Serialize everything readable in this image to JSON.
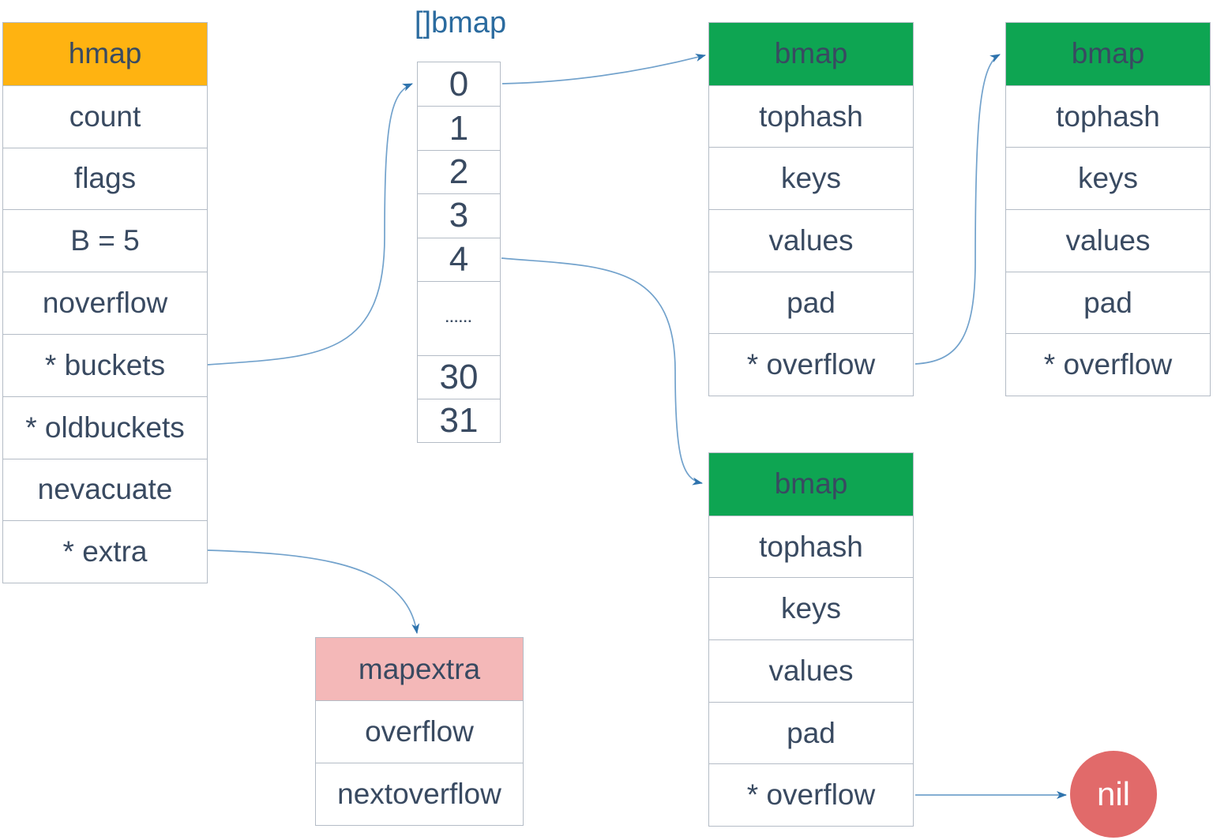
{
  "array_title": "[]bmap",
  "hmap": {
    "header": "hmap",
    "rows": [
      "count",
      "flags",
      "B = 5",
      "noverflow",
      "* buckets",
      "* oldbuckets",
      "nevacuate",
      "* extra"
    ]
  },
  "bucket_array": {
    "cells": [
      "0",
      "1",
      "2",
      "3",
      "4",
      "......",
      "30",
      "31"
    ]
  },
  "bmap_top": {
    "header": "bmap",
    "rows": [
      "tophash",
      "keys",
      "values",
      "pad",
      "* overflow"
    ]
  },
  "bmap_right": {
    "header": "bmap",
    "rows": [
      "tophash",
      "keys",
      "values",
      "pad",
      "* overflow"
    ]
  },
  "bmap_bottom": {
    "header": "bmap",
    "rows": [
      "tophash",
      "keys",
      "values",
      "pad",
      "* overflow"
    ]
  },
  "mapextra": {
    "header": "mapextra",
    "rows": [
      "overflow",
      "nextoverflow"
    ]
  },
  "nil": {
    "label": "nil"
  },
  "colors": {
    "orange": "#FFB311",
    "green": "#0EA552",
    "pink": "#F4B8B8",
    "red": "#E16A6A",
    "navy_text": "#394A61",
    "title_blue": "#2B6B9F",
    "line_blue": "#72A2CC",
    "arrowhead_blue": "#2E73AD",
    "border_gray": "#B4BCC6",
    "nil_text": "#FFFFFF"
  }
}
